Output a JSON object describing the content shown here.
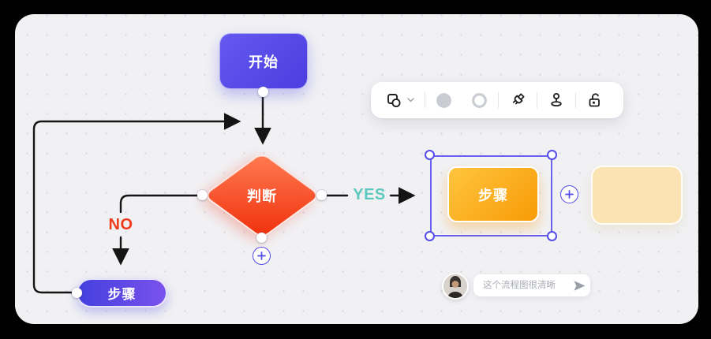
{
  "flowchart": {
    "nodes": {
      "start": {
        "label": "开始",
        "shape": "rounded-rect",
        "color_from": "#6459F0",
        "color_to": "#4A3EE0"
      },
      "decision": {
        "label": "判断",
        "shape": "diamond",
        "color_from": "#FF7B52",
        "color_to": "#F0300C"
      },
      "step_yes": {
        "label": "步骤",
        "shape": "rounded-rect",
        "color_from": "#FFC53E",
        "color_to": "#F89B06",
        "selected": true
      },
      "step_no": {
        "label": "步骤",
        "shape": "pill",
        "color_from": "#4340DE",
        "color_to": "#7A52EC"
      },
      "ghost": {
        "label": "",
        "shape": "rounded-rect",
        "color": "#FBE3B4",
        "note": "drop-preview"
      }
    },
    "edge_labels": {
      "yes": "YES",
      "no": "NO"
    },
    "edge_label_colors": {
      "yes": "#5EC8BE",
      "no": "#EF3A1C"
    },
    "wire_color": "#151515"
  },
  "toolbar": {
    "items": [
      {
        "name": "shape-picker",
        "icon": "shapes-with-dropdown"
      },
      {
        "name": "fill-swatch",
        "icon": "filled-circle",
        "color": "#C9CCD3"
      },
      {
        "name": "stroke-swatch",
        "icon": "ring-circle",
        "color": "#C9CCD3"
      },
      {
        "name": "format-painter",
        "icon": "paint-brush"
      },
      {
        "name": "stamp",
        "icon": "pin"
      },
      {
        "name": "lock",
        "icon": "unlocked-padlock"
      }
    ]
  },
  "comment": {
    "placeholder": "这个流程图很清晰",
    "send_icon": "paper-plane"
  },
  "colors": {
    "canvas_bg": "#F1F1F4",
    "grid_dot": "#D6D6DB",
    "accent": "#554BE7",
    "outer_bg": "#000000"
  }
}
